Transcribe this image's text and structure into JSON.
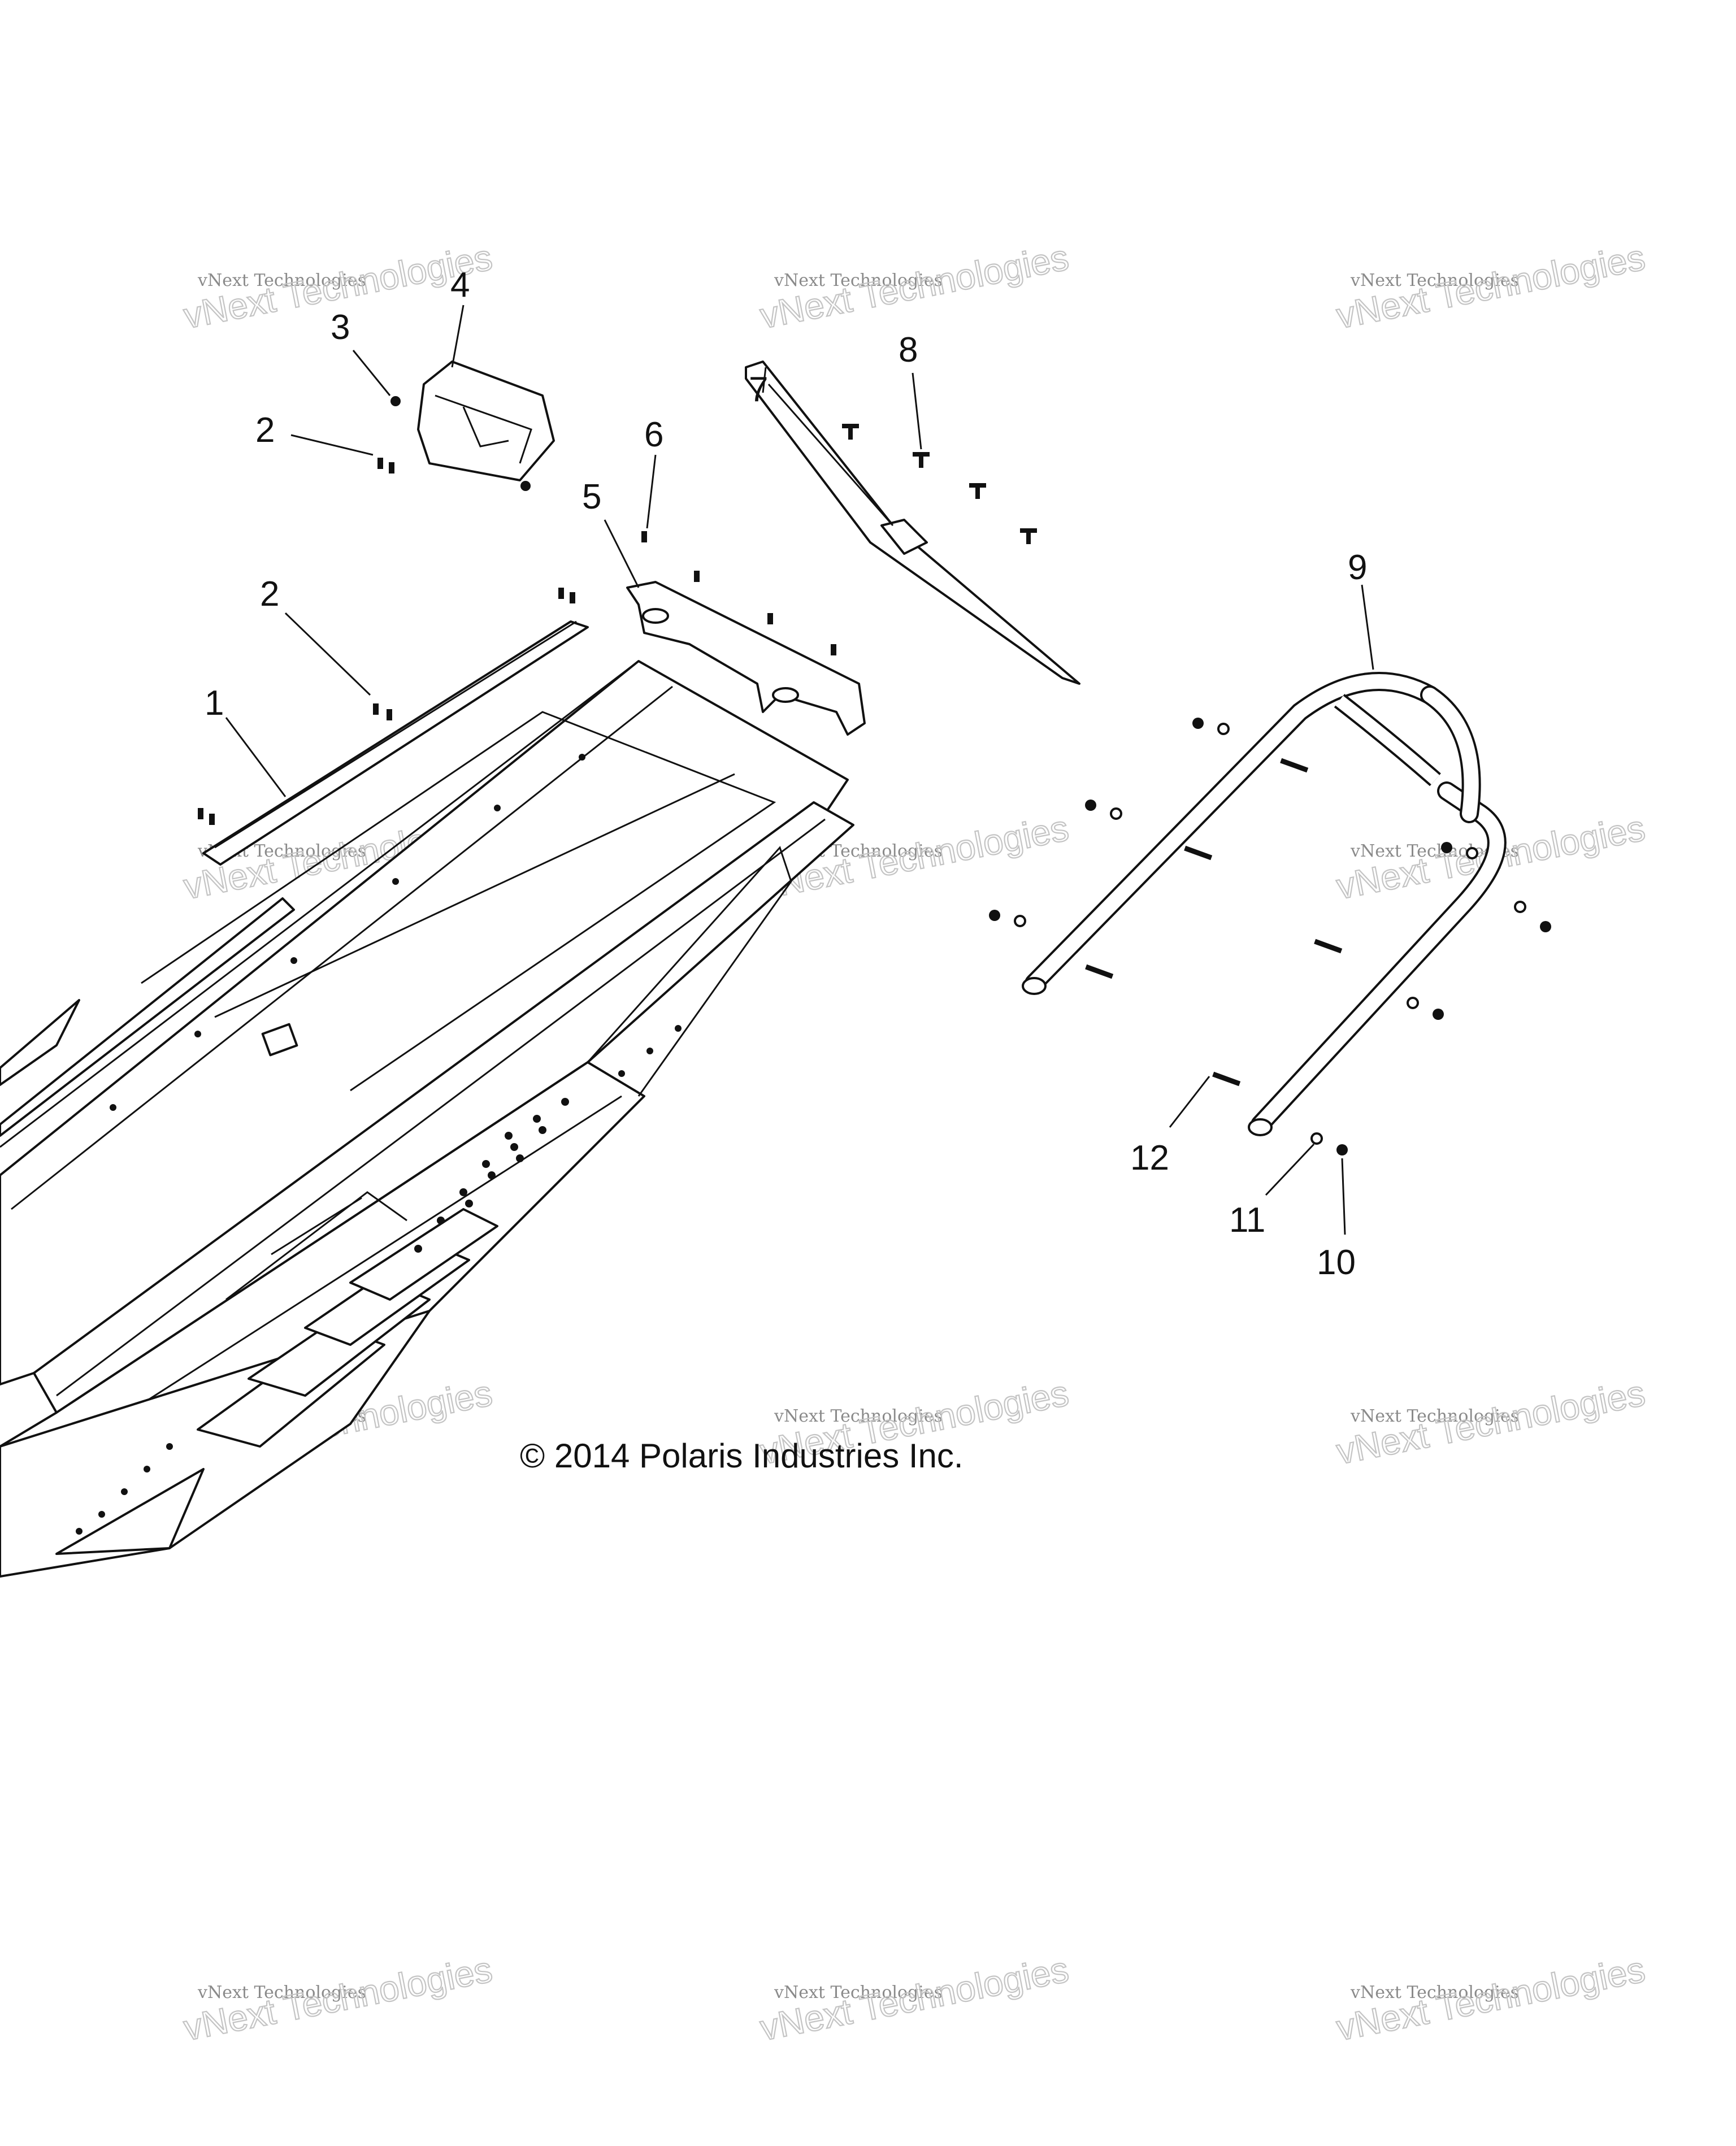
{
  "callouts": [
    {
      "id": "1",
      "label": "1"
    },
    {
      "id": "2a",
      "label": "2"
    },
    {
      "id": "2b",
      "label": "2"
    },
    {
      "id": "3",
      "label": "3"
    },
    {
      "id": "4",
      "label": "4"
    },
    {
      "id": "5",
      "label": "5"
    },
    {
      "id": "6",
      "label": "6"
    },
    {
      "id": "7",
      "label": "7"
    },
    {
      "id": "8",
      "label": "8"
    },
    {
      "id": "9",
      "label": "9"
    },
    {
      "id": "10",
      "label": "10"
    },
    {
      "id": "11",
      "label": "11"
    },
    {
      "id": "12",
      "label": "12"
    }
  ],
  "copyright": "© 2014 Polaris Industries Inc.",
  "watermark": {
    "small": "vNext Technologies",
    "large": "vNext Technologies"
  }
}
